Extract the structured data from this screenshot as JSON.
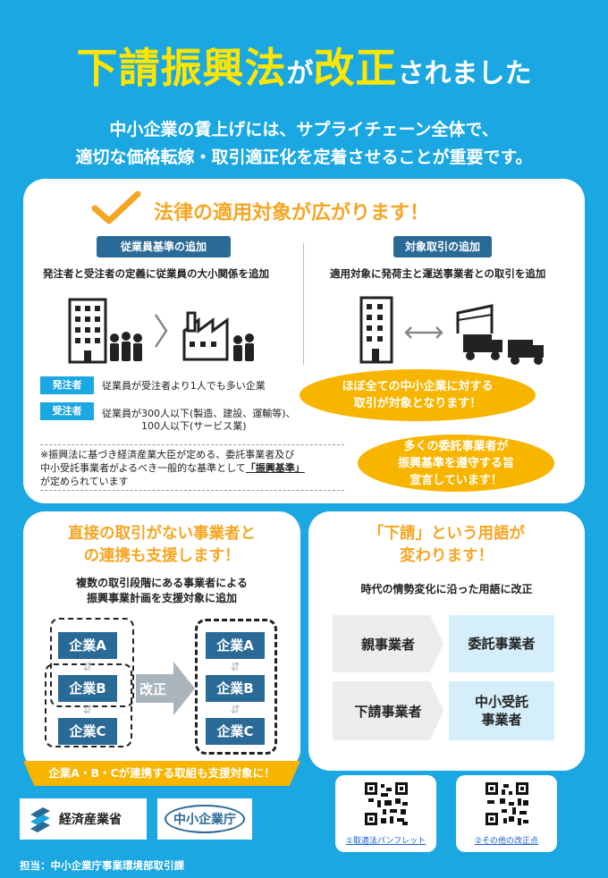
{
  "title": {
    "part1": "下請振興法",
    "part2": "が",
    "part3": "改正",
    "part4": "されました"
  },
  "subtitle": {
    "line1": "中小企業の賃上げには、サプライチェーン全体で、",
    "line2": "適切な価格転嫁・取引適正化を定着させることが重要です。"
  },
  "section1": {
    "heading": "法律の適用対象が広がります！",
    "left": {
      "tag": "従業員基準の追加",
      "desc": "発注者と受注者の定義に従業員の大小関係を追加"
    },
    "right": {
      "tag": "対象取引の追加",
      "desc": "適用対象に発荷主と運送事業者との取引を追加"
    },
    "orderer": {
      "tag": "発注者",
      "text": "従業員が受注者より1人でも多い企業"
    },
    "contractor": {
      "tag": "受注者",
      "text1": "従業員が300人以下(製造、建設、運輸等)、",
      "text2": "100人以下(サービス業)"
    },
    "note": {
      "line1": "※振興法に基づき経済産業大臣が定める、委託事業者及び",
      "line2a": "中小受託事業者がよるべき一般的な基準として",
      "line2b": "「振興基準」",
      "line3": "が定められています"
    },
    "bubble1": {
      "line1": "ほぼ全ての中小企業に対する",
      "line2": "取引が対象となります！"
    },
    "bubble2": {
      "line1": "多くの委託事業者が",
      "line2": "振興基準を遵守する旨",
      "line3": "宣言しています！"
    }
  },
  "section2": {
    "heading1": "直接の取引がない事業者と",
    "heading2": "の連携も支援します！",
    "desc1": "複数の取引段階にある事業者による",
    "desc2": "振興事業計画を支援対象に追加",
    "companies": [
      "企業A",
      "企業B",
      "企業C"
    ],
    "arrow_label": "改正",
    "bottom_bar": "企業A・B・Cが連携する取組も支援対象に！"
  },
  "section3": {
    "heading1": "「下請」という用語が",
    "heading2": "変わります！",
    "desc": "時代の情勢変化に沿った用語に改正",
    "rows": [
      {
        "from": "親事業者",
        "to": "委託事業者",
        "to2": ""
      },
      {
        "from": "下請事業者",
        "to": "中小受託",
        "to2": "事業者"
      }
    ]
  },
  "logos": {
    "meti": "経済産業省",
    "chusho": "中小企業庁"
  },
  "qr": {
    "link1": "①取適法パンフレット",
    "link2": "②その他の改正点"
  },
  "footer": "担当：中小企業庁事業環境部取引課",
  "colors": {
    "background": "#1aa7e2",
    "yellow": "#ffe600",
    "orange": "#f5a623",
    "accent_orange": "#f7b500",
    "navy": "#2a6a96"
  }
}
